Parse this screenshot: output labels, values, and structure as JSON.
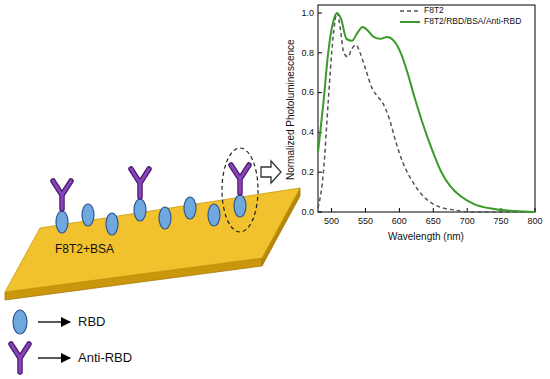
{
  "diagram": {
    "nodes": [
      {
        "text": [
          "F8T2+BSA"
        ]
      }
    ],
    "labels": [
      "Normalized Photoluminescence",
      "1.0",
      "0.8",
      "0.6",
      "0.4",
      "0.2",
      "0.0",
      "500",
      "550",
      "600",
      "650",
      "700",
      "750",
      "800",
      "Wavelength (nm)"
    ],
    "legend": [
      {
        "text": "F8T2"
      },
      {
        "text": "F8T2/RBD/BSA/Anti-RBD"
      },
      {
        "text": "RBD"
      },
      {
        "text": "Anti-RBD"
      }
    ]
  }
}
